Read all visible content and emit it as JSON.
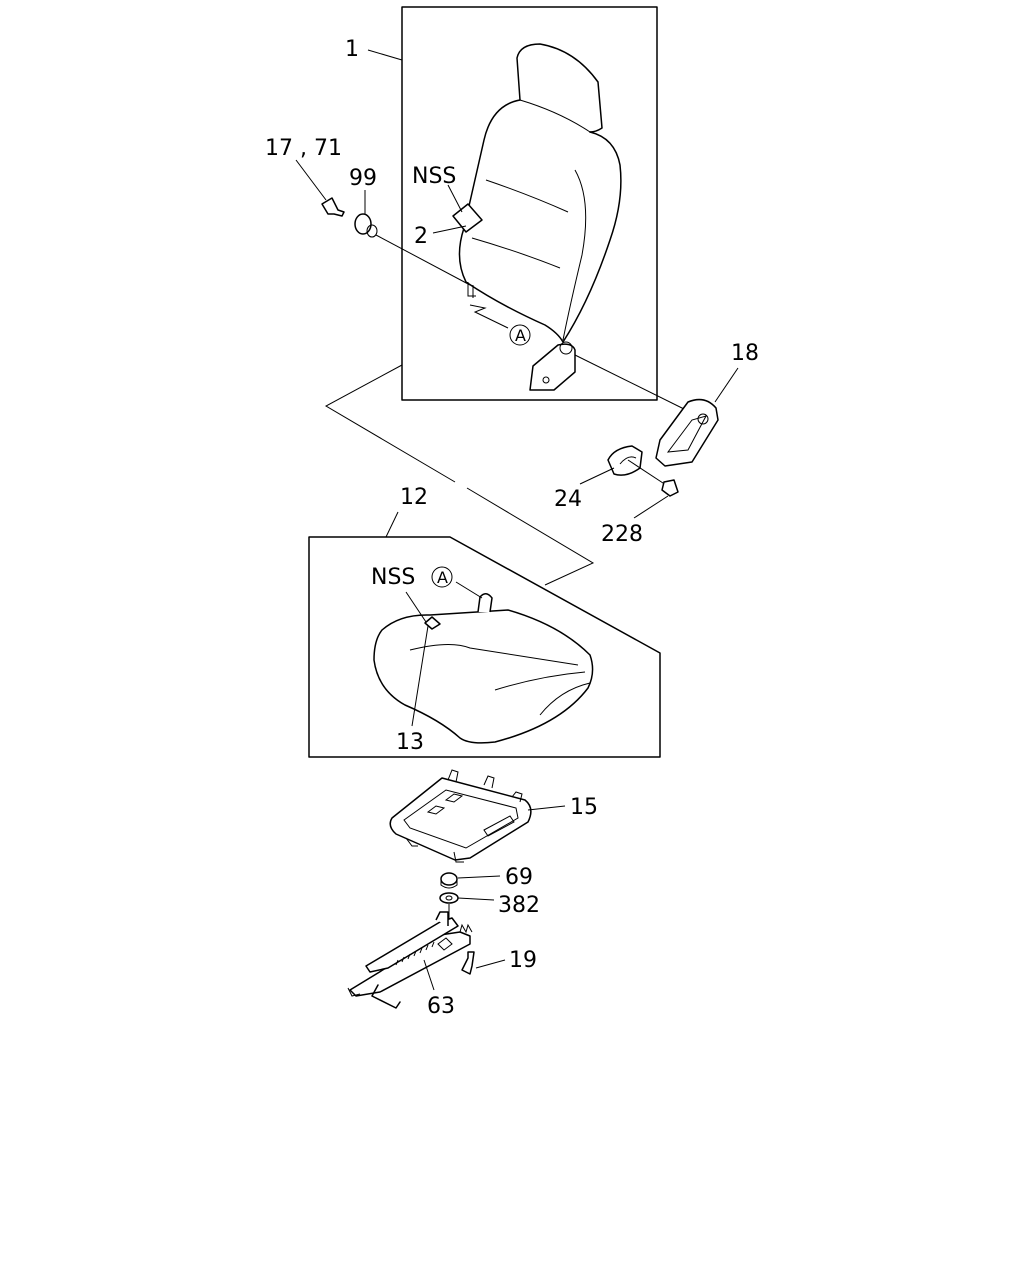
{
  "labels": {
    "p1": "1",
    "p17_71": "17 , 71",
    "p99": "99",
    "nss_back": "NSS",
    "p2": "2",
    "a_back": "A",
    "p18": "18",
    "p24": "24",
    "p228": "228",
    "p12": "12",
    "nss_cushion": "NSS",
    "a_cushion": "A",
    "p13": "13",
    "p15": "15",
    "p69": "69",
    "p382": "382",
    "p19": "19",
    "p63": "63"
  }
}
